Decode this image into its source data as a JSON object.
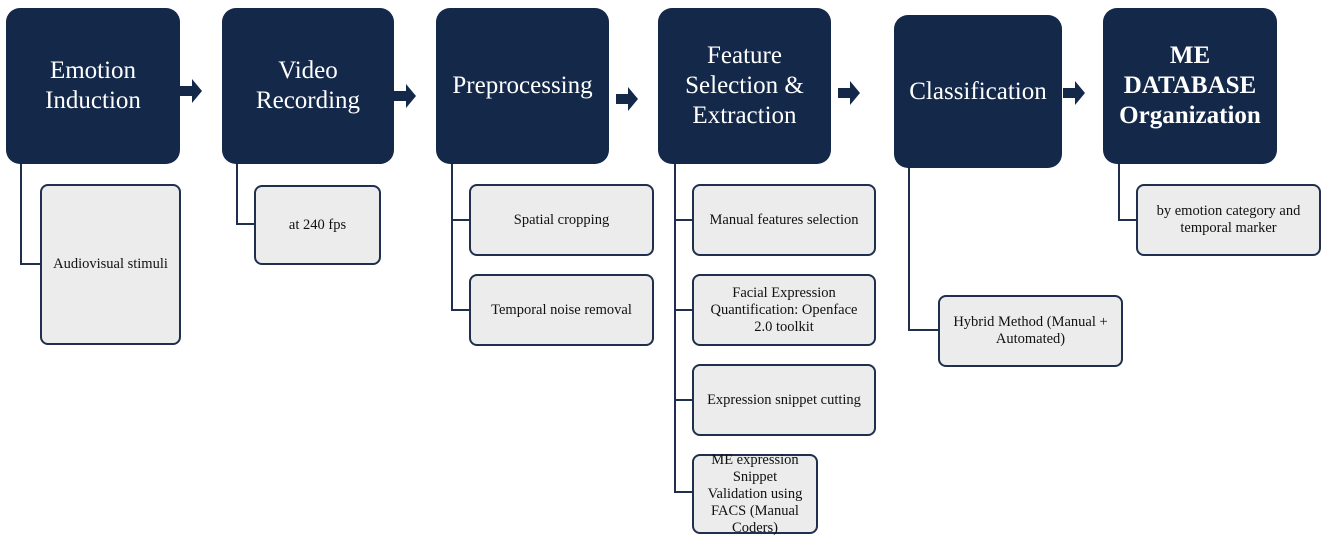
{
  "steps": [
    {
      "title_lines": [
        "Emotion",
        "Induction"
      ],
      "subs": [
        "Audiovisual stimuli"
      ]
    },
    {
      "title_lines": [
        "Video",
        "Recording"
      ],
      "subs": [
        "at 240 fps"
      ]
    },
    {
      "title_lines": [
        "Preprocessing"
      ],
      "subs": [
        "Spatial cropping",
        "Temporal noise removal"
      ]
    },
    {
      "title_lines": [
        "Feature",
        "Selection &",
        "Extraction"
      ],
      "subs": [
        "Manual features selection",
        "Facial Expression Quantification: Openface 2.0 toolkit",
        "Expression snippet cutting",
        "ME expression Snippet Validation using FACS (Manual Coders)"
      ]
    },
    {
      "title_lines": [
        "Classification"
      ],
      "subs": [
        "Hybrid Method (Manual + Automated)"
      ]
    },
    {
      "title_lines": [
        "ME",
        "DATABASE",
        "Organization"
      ],
      "subs": [
        "by emotion category and temporal marker"
      ]
    }
  ],
  "colors": {
    "main_box": "#14284a",
    "sub_box": "#ececec",
    "connector": "#1f2f4d"
  }
}
